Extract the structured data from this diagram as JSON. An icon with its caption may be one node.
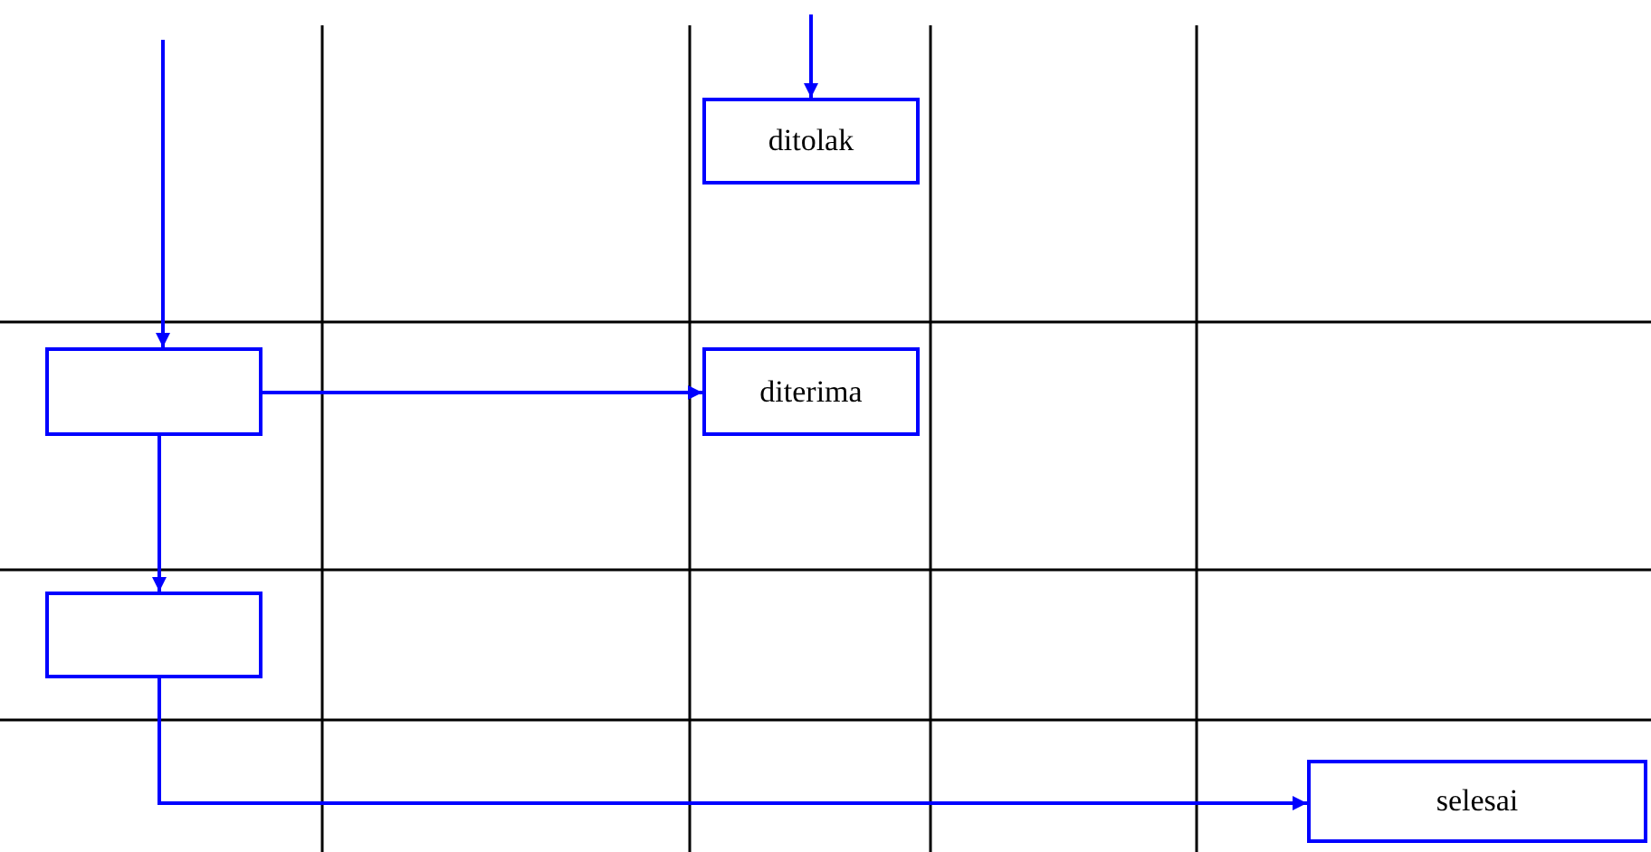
{
  "diagram": {
    "nodes": [
      {
        "text": [
          "ditolak"
        ]
      },
      {
        "text": [],
        "shape": "box"
      },
      {
        "text": [
          "diterima"
        ]
      },
      {
        "text": [],
        "shape": "box"
      },
      {
        "text": [
          "selesai"
        ]
      }
    ],
    "edges": [
      {
        "from": null,
        "to": 0,
        "arrow": "to"
      },
      {
        "from": null,
        "to": 1,
        "arrow": "to"
      },
      {
        "from": 1,
        "to": 2,
        "arrow": "to"
      },
      {
        "from": 1,
        "to": 3,
        "arrow": "to"
      },
      {
        "from": 3,
        "to": 4,
        "arrow": "to"
      }
    ]
  }
}
